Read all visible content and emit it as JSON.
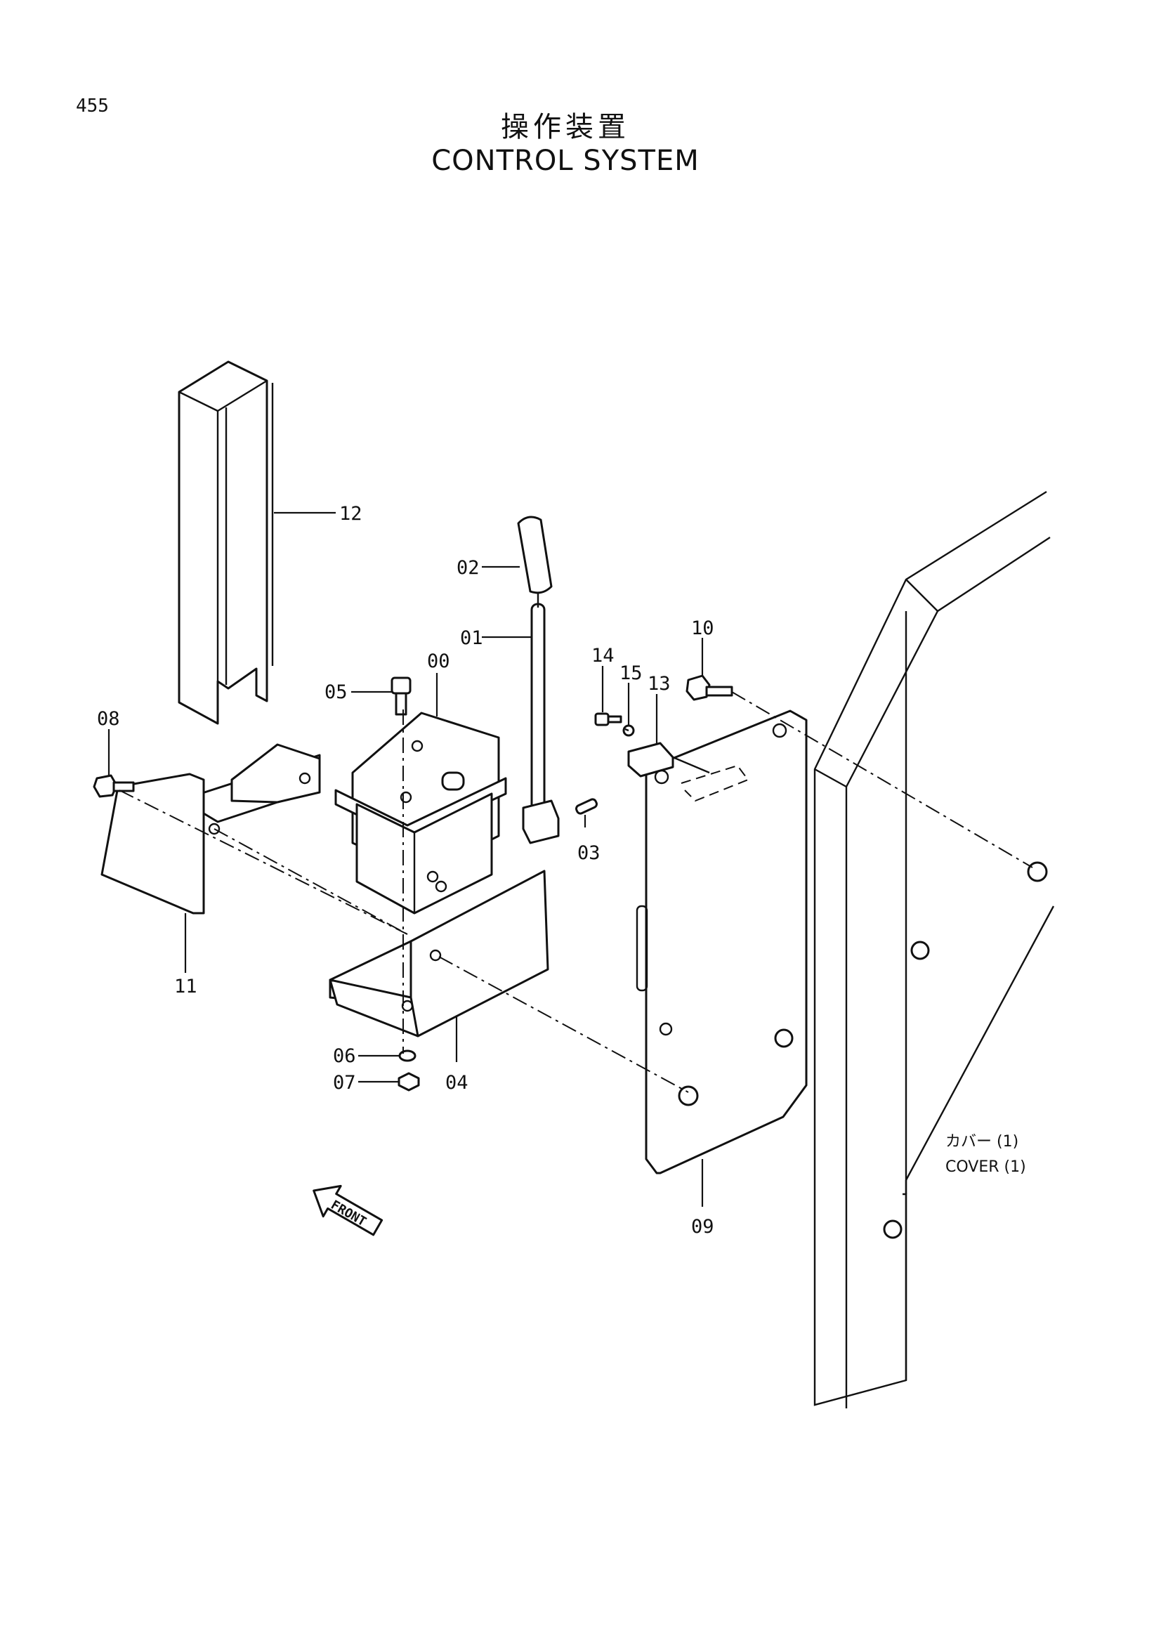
{
  "page_number": "455",
  "title_jp": "操作装置",
  "title_en": "CONTROL  SYSTEM",
  "parts": [
    {
      "id": "00"
    },
    {
      "id": "01"
    },
    {
      "id": "02"
    },
    {
      "id": "03"
    },
    {
      "id": "04"
    },
    {
      "id": "05"
    },
    {
      "id": "06"
    },
    {
      "id": "07"
    },
    {
      "id": "08"
    },
    {
      "id": "09"
    },
    {
      "id": "10"
    },
    {
      "id": "11"
    },
    {
      "id": "12"
    },
    {
      "id": "13"
    },
    {
      "id": "14"
    },
    {
      "id": "15"
    }
  ],
  "cover_note": {
    "jp": "カバー (1)",
    "en": "COVER (1)"
  },
  "front_marker": "FRONT"
}
